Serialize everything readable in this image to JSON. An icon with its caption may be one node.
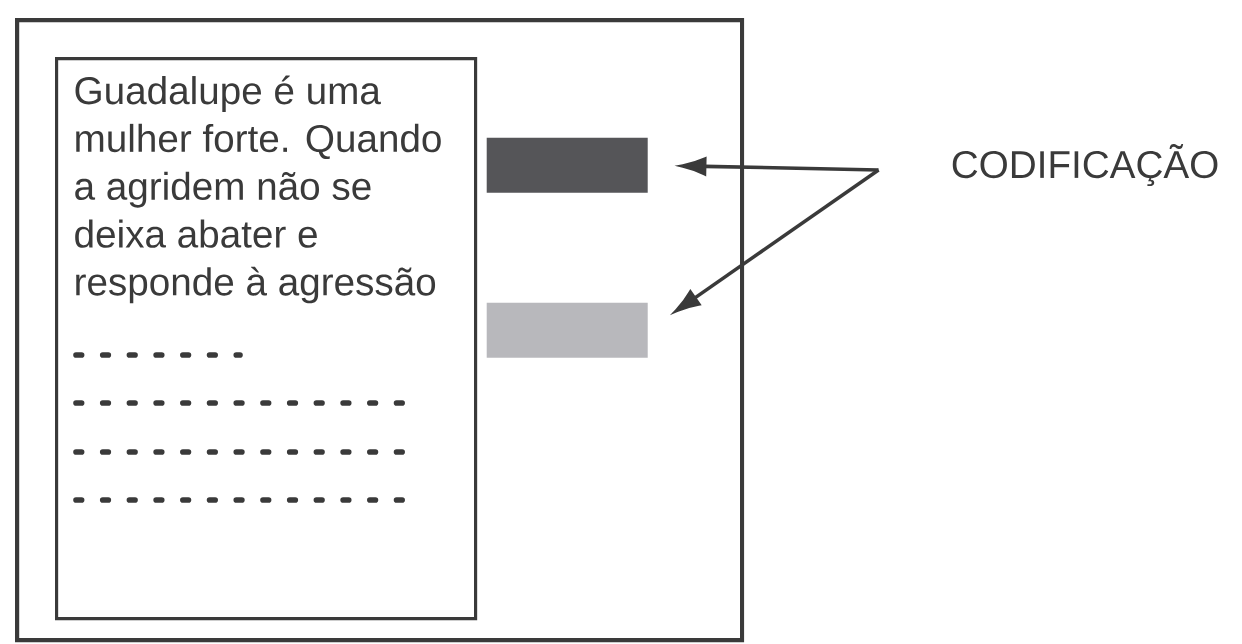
{
  "diagram": {
    "nodes": [
      {
        "text": [],
        "shape": "box"
      },
      {
        "text": [
          "Guadalupe é uma mulher forte. Quando a agridem não se deixa abater e responde à agressão"
        ],
        "in": 0
      },
      {
        "text": [],
        "shape": "bar",
        "in": 0
      },
      {
        "text": [],
        "shape": "bar",
        "in": 0
      },
      {
        "text": [
          "CODIFICAÇÃO"
        ]
      }
    ],
    "edges": [
      {
        "from": 4,
        "to": 2,
        "arrow": "to"
      },
      {
        "from": 4,
        "to": 3,
        "arrow": "to"
      }
    ]
  }
}
